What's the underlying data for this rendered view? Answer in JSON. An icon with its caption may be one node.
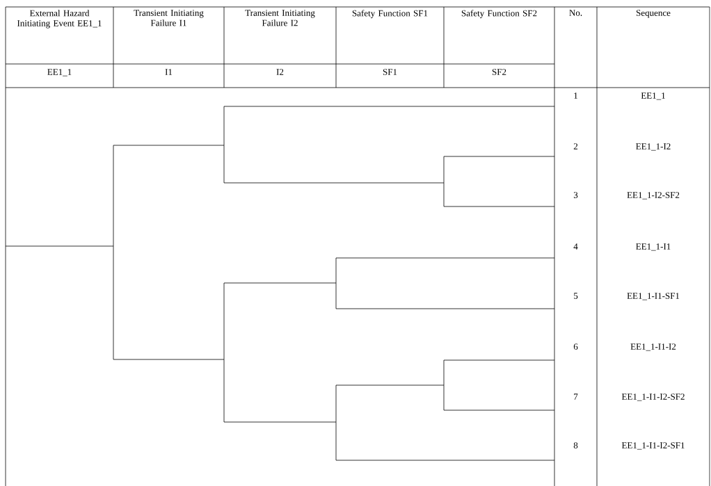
{
  "diagram": {
    "labels": [
      "External Hazard Initiating Event EE1_1",
      "Transient Initiating Failure I1",
      "Transient Initiating Failure I2",
      "Safety Function SF1",
      "Safety Function SF2",
      "No.",
      "Sequence",
      "EE1_1",
      "I1",
      "I2",
      "SF1",
      "SF2",
      "1",
      "EE1_1",
      "2",
      "EE1_1-I2",
      "3",
      "EE1_1-I2-SF2",
      "4",
      "EE1_1-I1",
      "5",
      "EE1_1-I1-SF1",
      "6",
      "EE1_1-I1-I2",
      "7",
      "EE1_1-I1-I2-SF2",
      "8",
      "EE1_1-I1-I2-SF1"
    ]
  }
}
